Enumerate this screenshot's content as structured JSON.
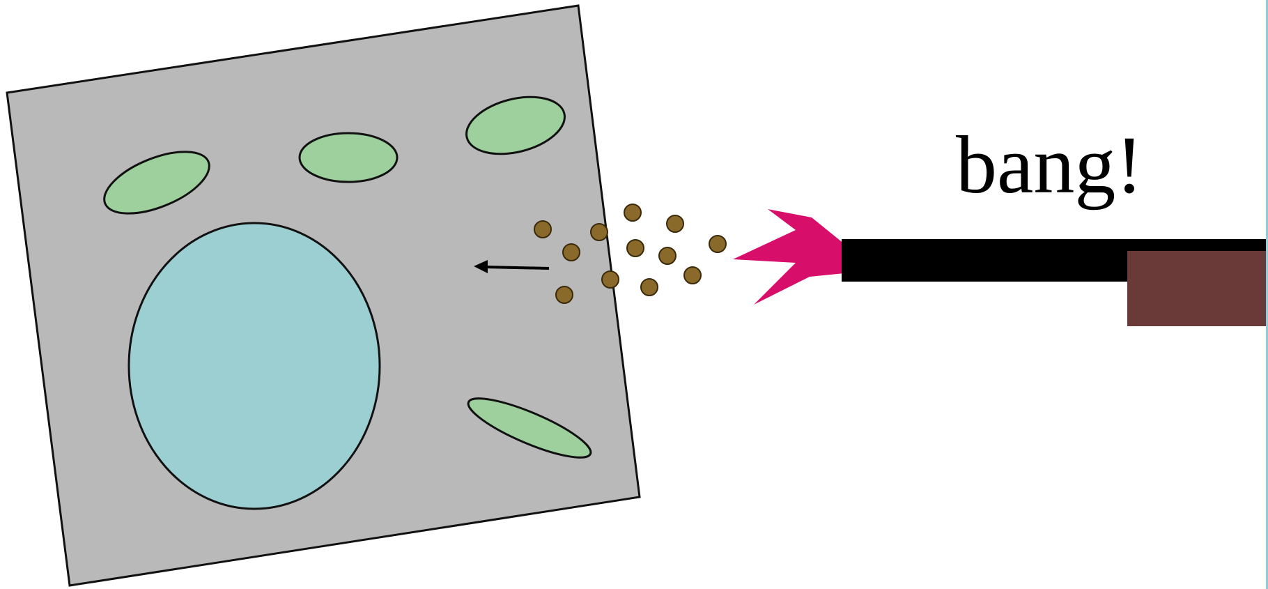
{
  "labels": {
    "bang": "bang!"
  },
  "colors": {
    "background": "#ffffff",
    "cell_fill": "#b9b9b9",
    "nucleus_fill": "#9ccfd1",
    "chloroplast_fill": "#9dd09d",
    "particle_fill": "#8a6a2a",
    "muzzle_flash": "#d80e6b",
    "gun_barrel": "#000000",
    "gun_stock": "#6a3a38",
    "edge_strip": "#8ad0d6"
  },
  "icons": {
    "cell": "plant-cell",
    "nucleus": "nucleus",
    "chloroplast": "chloroplast",
    "particles": "gold-particles",
    "arrow": "arrow-left-icon",
    "flash": "muzzle-flash",
    "gun": "gene-gun"
  }
}
